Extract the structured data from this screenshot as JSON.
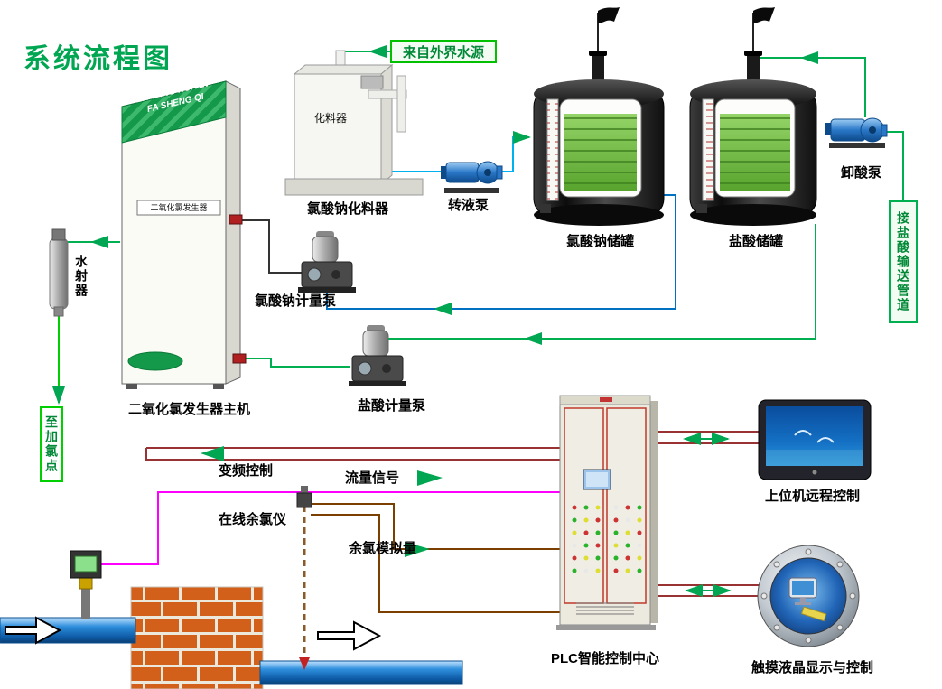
{
  "title": "系统流程图",
  "boxes": {
    "external_water": "来自外界水源",
    "to_chlorine_point": "至加氯点",
    "hcl_pipeline": "接盐酸输送管道"
  },
  "equipment": {
    "generator_banner_line1": "ER YANG HUA LV",
    "generator_banner_line2": "FA SHENG QI",
    "generator_plate": "二氧化氯发生器",
    "generator_caption": "二氧化氯发生器主机",
    "dissolver_tag": "化料器",
    "dissolver_caption": "氯酸钠化料器",
    "transfer_pump_caption": "转液泵",
    "naclo3_tank_caption": "氯酸钠储罐",
    "hcl_tank_caption": "盐酸储罐",
    "acid_unload_pump_caption": "卸酸泵",
    "water_ejector_caption": "水射器",
    "naclo3_metering_pump_caption": "氯酸钠计量泵",
    "hcl_metering_pump_caption": "盐酸计量泵",
    "plc_caption": "PLC智能控制中心",
    "host_monitor_caption": "上位机远程控制",
    "touch_display_caption": "触摸液晶显示与控制",
    "chlorine_analyzer_caption": "在线余氯仪"
  },
  "signals": {
    "vfd_control": "变频控制",
    "flow_signal": "流量信号",
    "residual_chlorine_analog": "余氯模拟量"
  },
  "colors": {
    "accent_green": "#00a651",
    "line_green": "#00b050",
    "line_cyan": "#00b0f0",
    "line_blue": "#0070c0",
    "line_magenta": "#ff00ff",
    "line_maroon": "#993333",
    "line_brown": "#7b3f00",
    "brick_orange": "#d2601a",
    "pipe_blue": "#1e90ff"
  }
}
